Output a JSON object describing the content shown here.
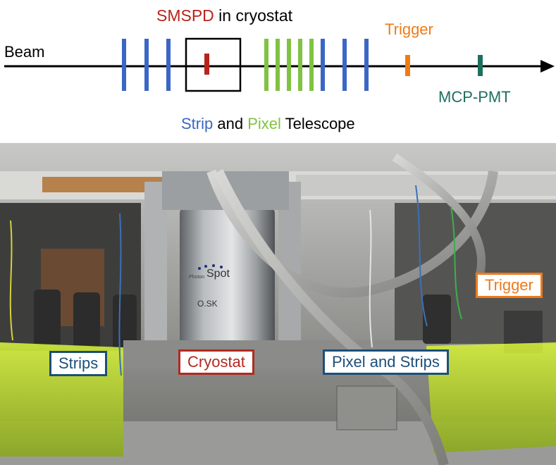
{
  "diagram": {
    "title_part1": "SMSPD",
    "title_part2": " in cryostat",
    "beam_label": "Beam",
    "trigger_label": "Trigger",
    "mcp_label": "MCP-PMT",
    "telescope_part1": "Strip",
    "telescope_part2": " and ",
    "telescope_part3": "Pixel",
    "telescope_part4": " Telescope"
  },
  "photo_labels": {
    "strips": "Strips",
    "cryostat": "Cryostat",
    "pixel_strips": "Pixel and Strips",
    "trigger": "Trigger"
  },
  "cryostat_brand": {
    "name": "Spot",
    "prefix": "Photon",
    "tag": "O.SK"
  },
  "colors": {
    "strip_blue": "#3a66c6",
    "pixel_green": "#80c241",
    "smspd_red": "#b8241b",
    "trigger_orange": "#ef7b17",
    "mcp_teal": "#1d6f5f",
    "label_blue_border": "#1c4f7a",
    "label_red_border": "#b12a20",
    "label_orange_border": "#ee7a1a"
  }
}
